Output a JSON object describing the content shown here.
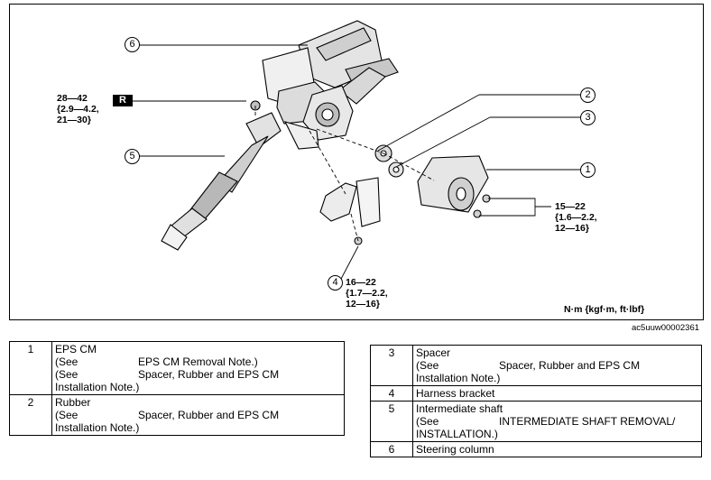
{
  "diagram": {
    "callouts": [
      "1",
      "2",
      "3",
      "4",
      "5",
      "6"
    ],
    "r_badge": "R",
    "torque_left": [
      "28—42",
      "{2.9—4.2,",
      "21—30}"
    ],
    "torque_right": [
      "15—22",
      "{1.6—2.2,",
      "12—16}"
    ],
    "torque_bottom": [
      "16—22",
      "{1.7—2.2,",
      "12—16}"
    ],
    "units": "N·m {kgf·m, ft·lbf}",
    "figure_id": "ac5uuw00002361"
  },
  "table_left": [
    {
      "num": "1",
      "title": "EPS CM",
      "lines": [
        {
          "see": "(See",
          "text": "EPS CM Removal Note.)"
        },
        {
          "see": "(See",
          "text": "Spacer, Rubber and EPS CM"
        },
        {
          "see": "",
          "text": "Installation Note.)"
        }
      ]
    },
    {
      "num": "2",
      "title": "Rubber",
      "lines": [
        {
          "see": "(See",
          "text": "Spacer, Rubber and EPS CM"
        },
        {
          "see": "",
          "text": "Installation Note.)"
        }
      ]
    }
  ],
  "table_right": [
    {
      "num": "3",
      "title": "Spacer",
      "lines": [
        {
          "see": "(See",
          "text": "Spacer, Rubber and EPS CM"
        },
        {
          "see": "",
          "text": "Installation Note.)"
        }
      ]
    },
    {
      "num": "4",
      "title": "Harness bracket",
      "lines": []
    },
    {
      "num": "5",
      "title": "Intermediate shaft",
      "lines": [
        {
          "see": "(See",
          "text": "INTERMEDIATE SHAFT REMOVAL/"
        },
        {
          "see": "",
          "text": "INSTALLATION.)"
        }
      ]
    },
    {
      "num": "6",
      "title": "Steering column",
      "lines": []
    }
  ]
}
